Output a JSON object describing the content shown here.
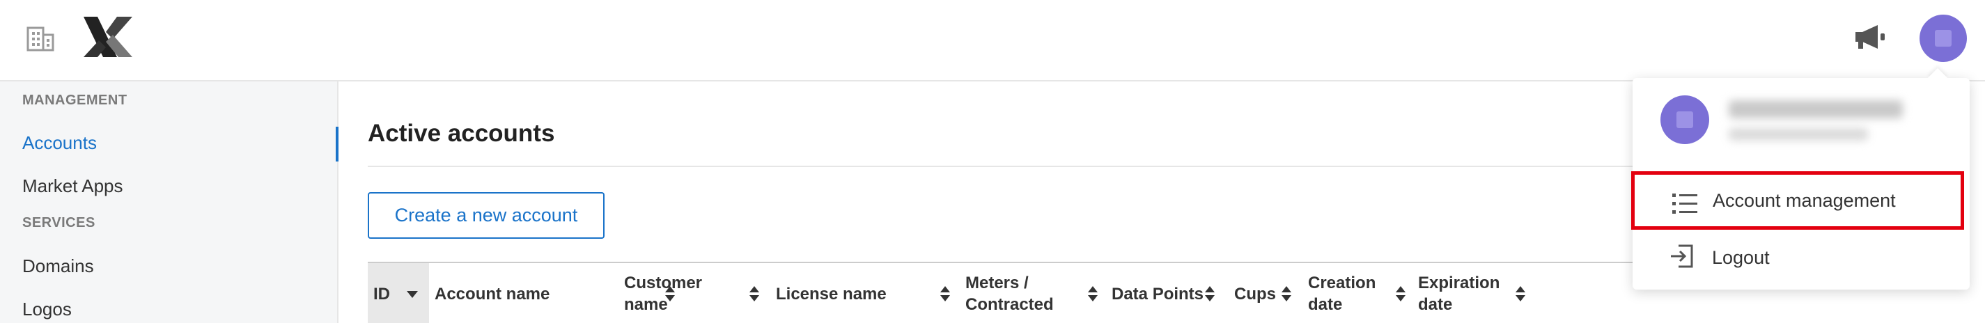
{
  "header": {
    "org_icon": "building-icon",
    "logo_icon": "brand-x-logo",
    "announce_icon": "megaphone-icon",
    "avatar_color": "#7b6fd6"
  },
  "sidebar": {
    "sections": [
      {
        "title": "MANAGEMENT",
        "items": [
          {
            "label": "Accounts",
            "active": true
          },
          {
            "label": "Market Apps",
            "active": false
          }
        ]
      },
      {
        "title": "SERVICES",
        "items": [
          {
            "label": "Domains",
            "active": false
          },
          {
            "label": "Logos",
            "active": false
          }
        ]
      }
    ],
    "accent_color": "#1a73c9"
  },
  "main": {
    "title": "Active accounts",
    "create_button_label": "Create a new account",
    "table": {
      "columns": [
        {
          "label": "ID",
          "sort": "desc"
        },
        {
          "label": "Account name",
          "sort": "none"
        },
        {
          "label": "Customer name",
          "sort": "none"
        },
        {
          "label": "License name",
          "sort": "none"
        },
        {
          "label": "Meters / Contracted",
          "sort": "none"
        },
        {
          "label": "Data Points",
          "sort": "none"
        },
        {
          "label": "Cups",
          "sort": "none"
        },
        {
          "label": "Creation date",
          "sort": "none"
        },
        {
          "label": "Expiration date",
          "sort": "none"
        }
      ]
    }
  },
  "user_menu": {
    "items": [
      {
        "label": "Account management",
        "icon": "list-icon",
        "highlighted": true
      },
      {
        "label": "Logout",
        "icon": "logout-icon",
        "highlighted": false
      }
    ],
    "highlight_color": "#e3000f"
  }
}
